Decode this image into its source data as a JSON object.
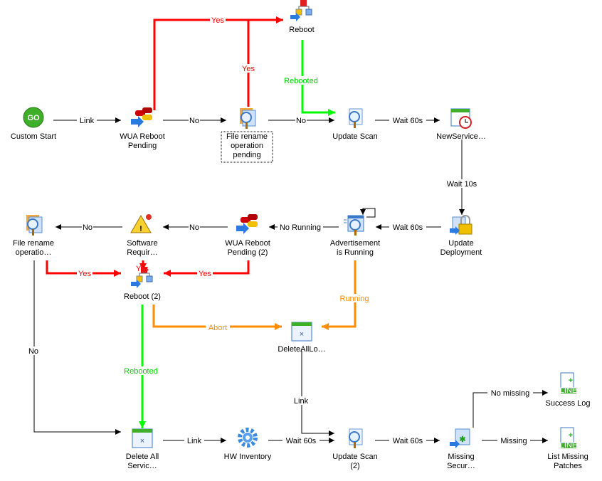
{
  "colors": {
    "black": "#000000",
    "red": "#ff0000",
    "green": "#00ff00",
    "orange": "#ff8c00"
  },
  "nodes": [
    {
      "id": "start",
      "icon": "go-icon",
      "label": [
        "Custom Start"
      ]
    },
    {
      "id": "wua1",
      "icon": "wua-reboot-icon",
      "label": [
        "WUA Reboot",
        "Pending"
      ]
    },
    {
      "id": "frop1",
      "icon": "file-scan-icon",
      "label": [
        "File rename",
        "operation",
        "pending"
      ],
      "selected": true
    },
    {
      "id": "reboot1",
      "icon": "reboot-icon",
      "label": [
        "Reboot"
      ]
    },
    {
      "id": "scan1",
      "icon": "update-scan-icon",
      "label": [
        "Update Scan"
      ]
    },
    {
      "id": "newsvc",
      "icon": "schedule-icon",
      "label": [
        "NewService…"
      ]
    },
    {
      "id": "updeploy",
      "icon": "lock-icon",
      "label": [
        "Update",
        "Deployment"
      ]
    },
    {
      "id": "advrun",
      "icon": "advertisement-icon",
      "label": [
        "Advertisement",
        "is Running"
      ]
    },
    {
      "id": "wua2",
      "icon": "wua-reboot-icon",
      "label": [
        "WUA Reboot",
        "Pending (2)"
      ]
    },
    {
      "id": "swreq",
      "icon": "warning-icon",
      "label": [
        "Software",
        "Requir…"
      ]
    },
    {
      "id": "frop2",
      "icon": "file-scan-icon",
      "label": [
        "File rename",
        "operatio…"
      ]
    },
    {
      "id": "reboot2",
      "icon": "reboot-icon",
      "label": [
        "Reboot (2)"
      ]
    },
    {
      "id": "dello",
      "icon": "delete-window-icon",
      "label": [
        "DeleteAllLo…"
      ]
    },
    {
      "id": "delall",
      "icon": "delete-window-icon",
      "label": [
        "Delete All",
        "Servic…"
      ]
    },
    {
      "id": "hwinv",
      "icon": "gear-icon",
      "label": [
        "HW Inventory"
      ]
    },
    {
      "id": "scan2",
      "icon": "update-scan-icon",
      "label": [
        "Update Scan",
        "(2)"
      ]
    },
    {
      "id": "missing",
      "icon": "missing-icon",
      "label": [
        "Missing",
        "Secur…"
      ]
    },
    {
      "id": "success",
      "icon": "log-line-icon",
      "label": [
        "Success Log"
      ]
    },
    {
      "id": "listmiss",
      "icon": "log-line-icon",
      "label": [
        "List Missing",
        "Patches"
      ]
    }
  ],
  "edges": [
    {
      "id": "e1",
      "from": "start",
      "to": "wua1",
      "label": "Link",
      "color": "black"
    },
    {
      "id": "e2",
      "from": "wua1",
      "to": "frop1",
      "label": "No",
      "color": "black"
    },
    {
      "id": "e3",
      "from": "frop1",
      "to": "scan1",
      "label": "No",
      "color": "black"
    },
    {
      "id": "e4",
      "from": "scan1",
      "to": "newsvc",
      "label": "Wait 60s",
      "color": "black"
    },
    {
      "id": "e5",
      "from": "newsvc",
      "to": "updeploy",
      "label": "Wait 10s",
      "color": "black"
    },
    {
      "id": "e6",
      "from": "updeploy",
      "to": "advrun",
      "label": "Wait 60s",
      "color": "black"
    },
    {
      "id": "e7",
      "from": "advrun",
      "to": "wua2",
      "label": "No Running",
      "color": "black"
    },
    {
      "id": "e8",
      "from": "wua2",
      "to": "swreq",
      "label": "No",
      "color": "black"
    },
    {
      "id": "e9",
      "from": "swreq",
      "to": "frop2",
      "label": "No",
      "color": "black"
    },
    {
      "id": "e10",
      "from": "advrun",
      "to": "advrun",
      "label": "",
      "color": "black"
    },
    {
      "id": "e11",
      "from": "wua1",
      "to": "reboot1",
      "label": "Yes",
      "color": "red"
    },
    {
      "id": "e12",
      "from": "frop1",
      "to": "reboot1",
      "label": "Yes",
      "color": "red"
    },
    {
      "id": "e13",
      "from": "reboot1",
      "to": "scan1",
      "label": "Rebooted",
      "color": "green"
    },
    {
      "id": "e14",
      "from": "frop2",
      "to": "reboot2",
      "label": "Yes",
      "color": "red"
    },
    {
      "id": "e15",
      "from": "wua2",
      "to": "reboot2",
      "label": "Yes",
      "color": "red"
    },
    {
      "id": "e16",
      "from": "swreq",
      "to": "reboot2",
      "label": "Yes",
      "color": "red"
    },
    {
      "id": "e17",
      "from": "reboot2",
      "to": "dello",
      "label": "Abort",
      "color": "orange"
    },
    {
      "id": "e18",
      "from": "advrun",
      "to": "dello",
      "label": "Running",
      "color": "orange"
    },
    {
      "id": "e19",
      "from": "reboot2",
      "to": "delall",
      "label": "Rebooted",
      "color": "green"
    },
    {
      "id": "e20",
      "from": "frop2",
      "to": "delall",
      "label": "No",
      "color": "black"
    },
    {
      "id": "e21",
      "from": "dello",
      "to": "scan2",
      "label": "Link",
      "color": "black"
    },
    {
      "id": "e22",
      "from": "delall",
      "to": "hwinv",
      "label": "Link",
      "color": "black"
    },
    {
      "id": "e23",
      "from": "hwinv",
      "to": "scan2",
      "label": "Wait 60s",
      "color": "black"
    },
    {
      "id": "e24",
      "from": "scan2",
      "to": "missing",
      "label": "Wait 60s",
      "color": "black"
    },
    {
      "id": "e25",
      "from": "missing",
      "to": "success",
      "label": "No missing",
      "color": "black"
    },
    {
      "id": "e26",
      "from": "missing",
      "to": "listmiss",
      "label": "Missing",
      "color": "black"
    }
  ]
}
